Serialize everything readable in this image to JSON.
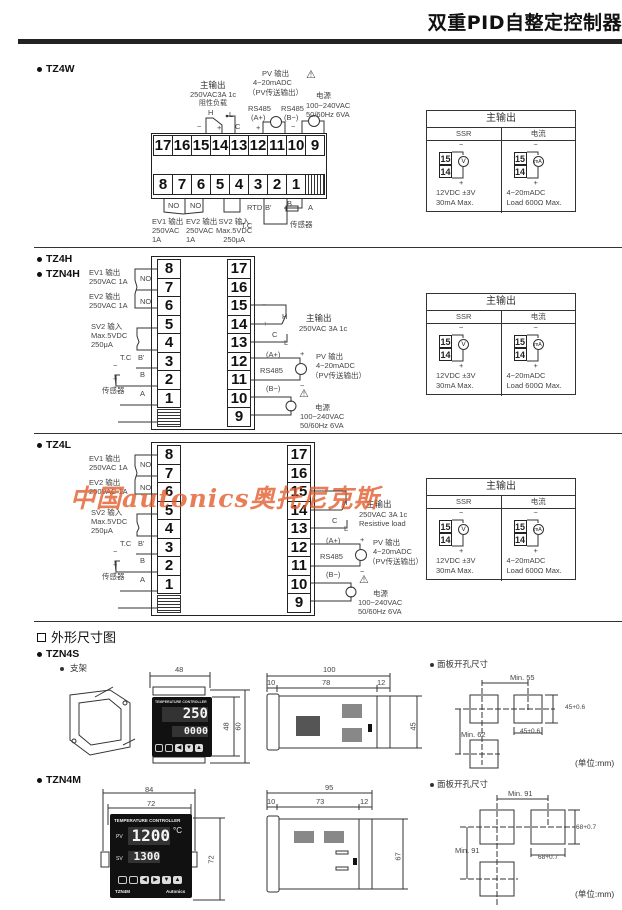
{
  "header": {
    "title": "双重PID自整定控制器"
  },
  "sections": {
    "tz4w": {
      "model": "TZ4W",
      "top_terminals": [
        "17",
        "16",
        "15",
        "14",
        "13",
        "12",
        "11",
        "10",
        "9"
      ],
      "bottom_terminals": [
        "8",
        "7",
        "6",
        "5",
        "4",
        "3",
        "2",
        "1"
      ],
      "main_output_title": "主输出",
      "main_output_spec": "250VAC3A 1c",
      "main_output_load": "阻性负载",
      "pv_output_title": "PV 输出",
      "pv_output_range": "4−20mADC",
      "pv_output_note": "（PV传送输出）",
      "power_title": "电源",
      "power_voltage": "100−240VAC",
      "power_freq": "50/60Hz 6VA",
      "rs485_a": "RS485",
      "rs485_a_sub": "(A+)",
      "rs485_b": "RS485",
      "rs485_b_sub": "(B−)",
      "label_h": "H",
      "label_l": "L",
      "label_c": "C",
      "minus": "−",
      "plus": "+",
      "no1": "NO",
      "no2": "NO",
      "rtd": "RTD",
      "b_prime": "B'",
      "b": "B",
      "a": "A",
      "tc": "T.C",
      "sensor": "传感器",
      "ev1": [
        "EV1 输出",
        "250VAC",
        "1A"
      ],
      "ev2": [
        "EV2 输出",
        "250VAC",
        "1A"
      ],
      "sv2": [
        "SV2 输入",
        "Max.5VDC",
        "250μA"
      ]
    },
    "tz4h": {
      "models": [
        "TZ4H",
        "TZN4H"
      ],
      "left_terminals": [
        "8",
        "7",
        "6",
        "5",
        "4",
        "3",
        "2",
        "1"
      ],
      "right_terminals": [
        "17",
        "16",
        "15",
        "14",
        "13",
        "12",
        "11",
        "10",
        "9"
      ],
      "ev1": [
        "EV1 输出",
        "250VAC 1A"
      ],
      "ev2": [
        "EV2 输出",
        "250VAC 1A"
      ],
      "sv2": [
        "SV2 输入",
        "Max.5VDC",
        "250μA"
      ],
      "no": "NO",
      "tc": "T.C",
      "b_prime": "B'",
      "b": "B",
      "a": "A",
      "sensor": "传感器",
      "main_output_title": "主输出",
      "main_output_spec": "250VAC 3A 1c",
      "label_h": "H",
      "label_c": "C",
      "label_l": "L",
      "rs485": "RS485",
      "a_plus": "(A+)",
      "b_minus": "(B−)",
      "pv_output_title": "PV 输出",
      "pv_output_range": "4−20mADC",
      "pv_output_note": "（PV传送输出）",
      "power_title": "电源",
      "power_voltage": "100−240VAC",
      "power_freq": "50/60Hz 6VA",
      "minus": "−",
      "plus": "+"
    },
    "tz4l": {
      "model": "TZ4L",
      "left_terminals": [
        "8",
        "7",
        "6",
        "5",
        "4",
        "3",
        "2",
        "1"
      ],
      "right_terminals": [
        "17",
        "16",
        "15",
        "14",
        "13",
        "12",
        "11",
        "10",
        "9"
      ],
      "ev1": [
        "EV1 输出",
        "250VAC 1A"
      ],
      "ev2": [
        "EV2 输出",
        "250VAC 1A"
      ],
      "sv2": [
        "SV2 输入",
        "Max.5VDC",
        "250μA"
      ],
      "no": "NO",
      "tc": "T.C",
      "b_prime": "B'",
      "b": "B",
      "a": "A",
      "sensor": "传感器",
      "main_output_title": "主输出",
      "main_output_spec": "250VAC 3A 1c",
      "main_output_load": "Resistive load",
      "label_h": "H",
      "label_c": "C",
      "label_l": "L",
      "rs485": "RS485",
      "a_plus": "(A+)",
      "b_minus": "(B−)",
      "pv_output_title": "PV 输出",
      "pv_output_range": "4−20mADC",
      "pv_output_note": "（PV传送输出）",
      "power_title": "电源",
      "power_voltage": "100−240VAC",
      "power_freq": "50/60Hz 6VA",
      "minus": "−",
      "plus": "+"
    }
  },
  "output_table": {
    "title": "主输出",
    "ssr_header": "SSR",
    "current_header": "电流",
    "t15": "15",
    "t14": "14",
    "minus": "−",
    "plus": "+",
    "ssr_meter": "V",
    "current_meter": "mA",
    "ssr_spec": [
      "12VDC ±3V",
      "30mA Max."
    ],
    "current_spec": [
      "4−20mADC",
      "Load 600Ω Max."
    ]
  },
  "watermark": "中国autonics奥托尼克斯",
  "dimensions": {
    "section_title": "外形尺寸图",
    "tzn4s": {
      "model": "TZN4S",
      "bracket_label": "支架",
      "front_width": "48",
      "front_inner_height": "48",
      "front_outer_height": "60",
      "side_total": "100",
      "side_front": "10",
      "side_body": "78",
      "side_terminal": "12",
      "side_height": "45",
      "display_pv": "250",
      "display_sv": "0000",
      "display_header": "TEMPERATURE CONTROLLER",
      "cutout_title": "面板开孔尺寸",
      "cutout_min_h": "Min. 55",
      "cutout_min_v": "Min. 62",
      "cutout_w": "45+0.6",
      "cutout_h": "45+0.6",
      "unit": "(单位:mm)"
    },
    "tzn4m": {
      "model": "TZN4M",
      "front_outer_width": "84",
      "front_inner_width": "72",
      "front_height": "72",
      "side_total": "95",
      "side_front": "10",
      "side_body": "73",
      "side_terminal": "12",
      "side_height": "67",
      "display_header": "TEMPERATURE CONTROLLER",
      "display_pv": "1200",
      "display_sv": "1300",
      "pv_label": "PV",
      "sv_label": "SV",
      "unit_c": "°C",
      "brand": "Autonics",
      "model_print": "TZN4M",
      "cutout_title": "面板开孔尺寸",
      "cutout_min_h": "Min. 91",
      "cutout_min_v": "Min. 91",
      "cutout_w": "68+0.7",
      "cutout_h": "68+0.7",
      "unit": "(单位:mm)"
    }
  }
}
